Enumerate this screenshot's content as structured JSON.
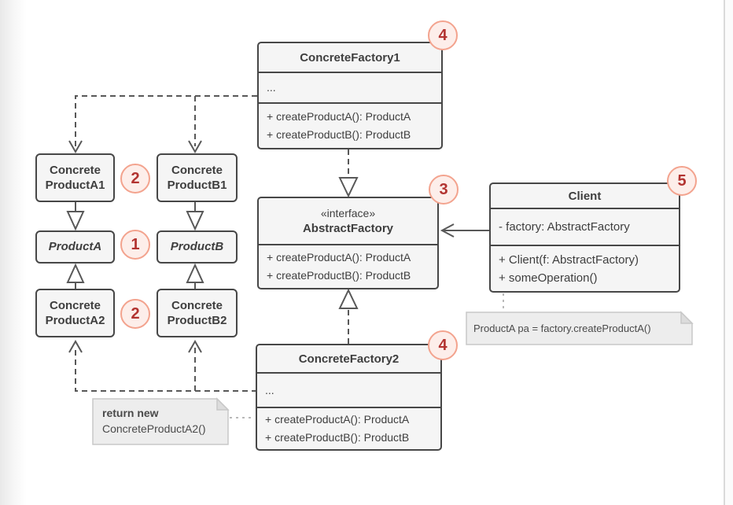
{
  "classes": {
    "concreteFactory1": {
      "name": "ConcreteFactory1",
      "fields": [
        "..."
      ],
      "methods": [
        "+ createProductA(): ProductA",
        "+ createProductB(): ProductB"
      ]
    },
    "abstractFactory": {
      "stereotype": "«interface»",
      "name": "AbstractFactory",
      "methods": [
        "+ createProductA(): ProductA",
        "+ createProductB(): ProductB"
      ]
    },
    "concreteFactory2": {
      "name": "ConcreteFactory2",
      "fields": [
        "..."
      ],
      "methods": [
        "+ createProductA(): ProductA",
        "+ createProductB(): ProductB"
      ]
    },
    "client": {
      "name": "Client",
      "fields": [
        "- factory: AbstractFactory"
      ],
      "methods": [
        "+ Client(f: AbstractFactory)",
        "+ someOperation()"
      ]
    },
    "concreteProductA1": {
      "line1": "Concrete",
      "line2": "ProductA1"
    },
    "concreteProductB1": {
      "line1": "Concrete",
      "line2": "ProductB1"
    },
    "productA": {
      "name": "ProductA"
    },
    "productB": {
      "name": "ProductB"
    },
    "concreteProductA2": {
      "line1": "Concrete",
      "line2": "ProductA2"
    },
    "concreteProductB2": {
      "line1": "Concrete",
      "line2": "ProductB2"
    }
  },
  "notes": {
    "return_note": {
      "line1": "return new",
      "line2": "ConcreteProductA2()"
    },
    "client_note": {
      "text": "ProductA pa = factory.createProductA()"
    }
  },
  "badges": {
    "one": "1",
    "two_top": "2",
    "two_bottom": "2",
    "three": "3",
    "four_top": "4",
    "four_bottom": "4",
    "five": "5"
  },
  "colors": {
    "box_fill": "#f5f5f5",
    "box_border": "#474747",
    "arrow": "#585858",
    "badge_fill": "#fdeeea",
    "badge_border": "#f3a38e",
    "badge_text": "#b23330",
    "note_fill": "#ededed",
    "note_border": "#c8c8c8"
  }
}
